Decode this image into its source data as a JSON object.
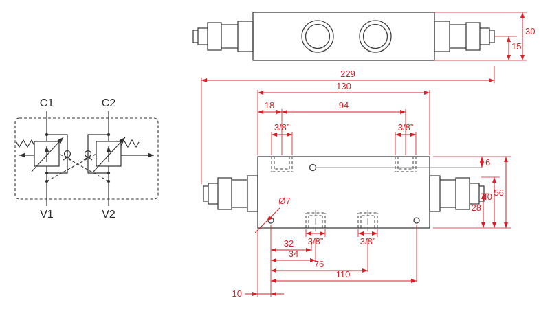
{
  "colors": {
    "dimension_red": "#d81f26",
    "line_gray": "#3f3f3f"
  },
  "schematic": {
    "c1": "C1",
    "c2": "C2",
    "v1": "V1",
    "v2": "V2"
  },
  "side_view": {
    "dim_30": "30",
    "dim_15": "15"
  },
  "top_view": {
    "dim_229": "229",
    "dim_130": "130",
    "dim_18": "18",
    "dim_94": "94",
    "thread_top_left": "3/8”",
    "thread_top_right": "3/8”",
    "thread_bottom_left": "3/8”",
    "thread_bottom_right": "3/8”",
    "hole_diameter": "Ø7",
    "dim_6": "6",
    "dim_56": "56",
    "dim_40": "40",
    "dim_28": "28",
    "dim_32": "32",
    "dim_34": "34",
    "dim_76": "76",
    "dim_110": "110",
    "dim_10": "10"
  }
}
